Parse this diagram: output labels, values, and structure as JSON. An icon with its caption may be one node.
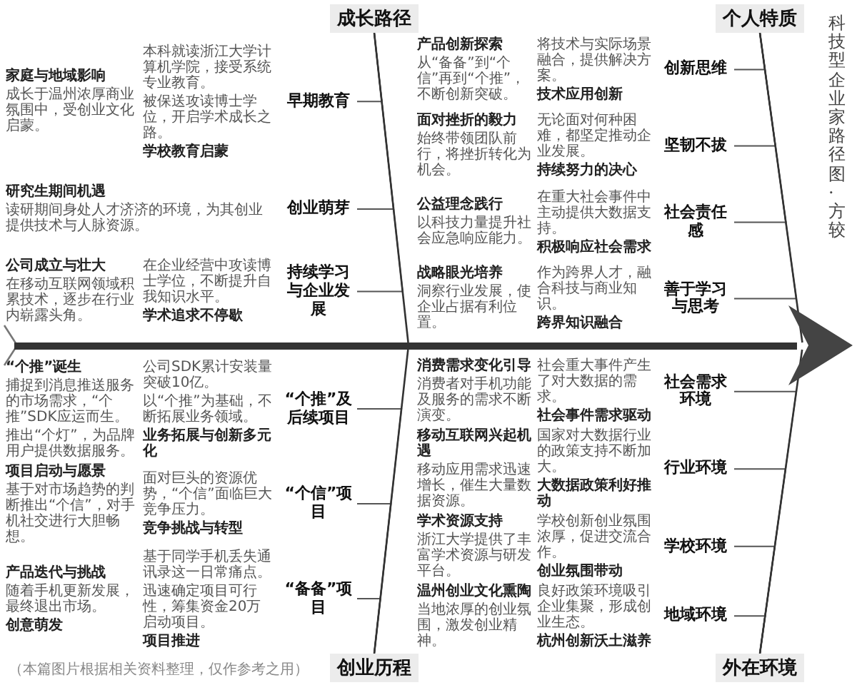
{
  "diagram": {
    "title": "科技型企业家路径图·方较",
    "nodes": [
      {
        "text": [
          "成长路径"
        ]
      },
      {
        "text": [
          "早期教育"
        ]
      },
      {
        "text": [
          "创业萌芽"
        ]
      },
      {
        "text": [
          "持续学习与企业发展"
        ]
      },
      {
        "text": [
          "创业历程"
        ]
      },
      {
        "text": [
          "“个推”及后续项目"
        ]
      },
      {
        "text": [
          "“个信”项目"
        ]
      },
      {
        "text": [
          "“备备”项目"
        ]
      },
      {
        "text": [
          "个人特质"
        ]
      },
      {
        "text": [
          "创新思维"
        ]
      },
      {
        "text": [
          "坚韧不拔"
        ]
      },
      {
        "text": [
          "社会责任感"
        ]
      },
      {
        "text": [
          "善于学习与思考"
        ]
      },
      {
        "text": [
          "外在环境"
        ]
      },
      {
        "text": [
          "社会需求环境"
        ]
      },
      {
        "text": [
          "行业环境"
        ]
      },
      {
        "text": [
          "学校环境"
        ]
      },
      {
        "text": [
          "地域环境"
        ]
      },
      {
        "text": [],
        "shape": "bar"
      },
      {
        "text": [],
        "shape": "triangle"
      }
    ],
    "edges": [
      {
        "from": 1,
        "to": 0,
        "arrow": "none"
      },
      {
        "from": 2,
        "to": 0,
        "arrow": "none"
      },
      {
        "from": 3,
        "to": 0,
        "arrow": "none"
      },
      {
        "from": 5,
        "to": 4,
        "arrow": "none"
      },
      {
        "from": 6,
        "to": 4,
        "arrow": "none"
      },
      {
        "from": 7,
        "to": 4,
        "arrow": "none"
      },
      {
        "from": 9,
        "to": 8,
        "arrow": "none"
      },
      {
        "from": 10,
        "to": 8,
        "arrow": "none"
      },
      {
        "from": 11,
        "to": 8,
        "arrow": "none"
      },
      {
        "from": 12,
        "to": 8,
        "arrow": "none"
      },
      {
        "from": 14,
        "to": 13,
        "arrow": "none"
      },
      {
        "from": 15,
        "to": 13,
        "arrow": "none"
      },
      {
        "from": 16,
        "to": 13,
        "arrow": "none"
      },
      {
        "from": 17,
        "to": 13,
        "arrow": "none"
      },
      {
        "from": 0,
        "to": 18,
        "arrow": "none"
      },
      {
        "from": 4,
        "to": 18,
        "arrow": "none"
      },
      {
        "from": 8,
        "to": 18,
        "arrow": "none"
      },
      {
        "from": 13,
        "to": 18,
        "arrow": "none"
      }
    ],
    "labels": [
      "家庭与地域影响",
      "成长于温州浓厚商业氛围中，受创业文化启蒙。",
      "本科就读浙江大学计算机学院，接受系统专业教育。",
      "被保送攻读博士学位，开启学术成长之路。",
      "学校教育启蒙",
      "研究生期间机遇",
      "读研期间身处人才济济的环境，为其创业提供技术与人脉资源。",
      "公司成立与壮大",
      "在移动互联网领域积累技术，逐步在行业内崭露头角。",
      "在企业经营中攻读博士学位，不断提升自我知识水平。",
      "学术追求不停歇",
      "“个推”诞生",
      "捕捉到消息推送服务的市场需求，“个推”SDK应运而生。",
      "推出“个灯”，为品牌用户提供数据服务。",
      "公司SDK累计安装量突破10亿。",
      "以“个推”为基础，不断拓展业务领域。",
      "业务拓展与创新多元化",
      "项目启动与愿景",
      "基于对市场趋势的判断推出“个信”，对手机社交进行大胆畅想。",
      "面对巨头的资源优势，“个信”面临巨大竞争压力。",
      "竞争挑战与转型",
      "产品迭代与挑战",
      "随着手机更新发展，最终退出市场。",
      "创意萌发",
      "基于同学手机丢失通讯录这一日常痛点。",
      "迅速确定项目可行性，筹集资金20万启动项目。",
      "项目推进",
      "产品创新探索",
      "从“备备”到“个信”再到“个推”，不断创新突破。",
      "将技术与实际场景融合，提供解决方案。",
      "技术应用创新",
      "面对挫折的毅力",
      "始终带领团队前行，将挫折转化为机会。",
      "无论面对何种困难，都坚定推动企业发展。",
      "持续努力的决心",
      "公益理念践行",
      "以科技力量提升社会应急响应能力。",
      "在重大社会事件中主动提供大数据支持。",
      "积极响应社会需求",
      "战略眼光培养",
      "洞察行业发展，使企业占据有利位置。",
      "作为跨界人才，融合科技与商业知识。",
      "跨界知识融合",
      "消费需求变化引导",
      "消费者对手机功能及服务的需求不断演变。",
      "社会重大事件产生了对大数据的需求。",
      "社会事件需求驱动",
      "移动互联网兴起机遇",
      "移动应用需求迅速增长，催生大量数据资源。",
      "国家对大数据行业的政策支持不断加大。",
      "大数据政策利好推动",
      "学术资源支持",
      "浙江大学提供了丰富学术资源与研发平台。",
      "学校创新创业氛围浓厚，促进交流合作。",
      "创业氛围带动",
      "温州创业文化熏陶",
      "当地浓厚的创业氛围，激发创业精神。",
      "良好政策环境吸引企业集聚，形成创业生态。",
      "杭州创新沃土滋养",
      "（本篇图片根据相关资料整理，仅作参考之用）"
    ]
  }
}
